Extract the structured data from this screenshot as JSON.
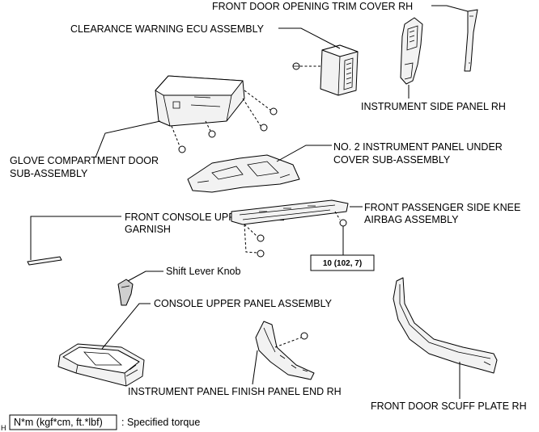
{
  "diagram_id": "H",
  "labels": {
    "front_door_opening_trim_cover_rh": "FRONT DOOR OPENING TRIM COVER RH",
    "clearance_warning_ecu_assembly": "CLEARANCE WARNING ECU ASSEMBLY",
    "instrument_side_panel_rh": "INSTRUMENT SIDE PANEL RH",
    "glove_compartment_door_line1": "GLOVE COMPARTMENT DOOR",
    "glove_compartment_door_line2": "SUB-ASSEMBLY",
    "no2_instrument_panel_under_cover_line1": "NO. 2 INSTRUMENT PANEL UNDER",
    "no2_instrument_panel_under_cover_line2": "COVER SUB-ASSEMBLY",
    "front_console_upper_panel_garnish_line1": "FRONT CONSOLE UPPER PANEL",
    "front_console_upper_panel_garnish_line2": "GARNISH",
    "front_passenger_side_knee_airbag_line1": "FRONT PASSENGER SIDE KNEE",
    "front_passenger_side_knee_airbag_line2": "AIRBAG ASSEMBLY",
    "shift_lever_knob": "Shift Lever Knob",
    "console_upper_panel_assembly": "CONSOLE UPPER PANEL ASSEMBLY",
    "instrument_panel_finish_panel_end_rh": "INSTRUMENT PANEL FINISH PANEL END RH",
    "front_door_scuff_plate_rh": "FRONT DOOR SCUFF PLATE RH"
  },
  "torque_callout": "10 (102, 7)",
  "legend": {
    "units_box": "N*m (kgf*cm, ft.*lbf)",
    "description": ": Specified torque"
  }
}
